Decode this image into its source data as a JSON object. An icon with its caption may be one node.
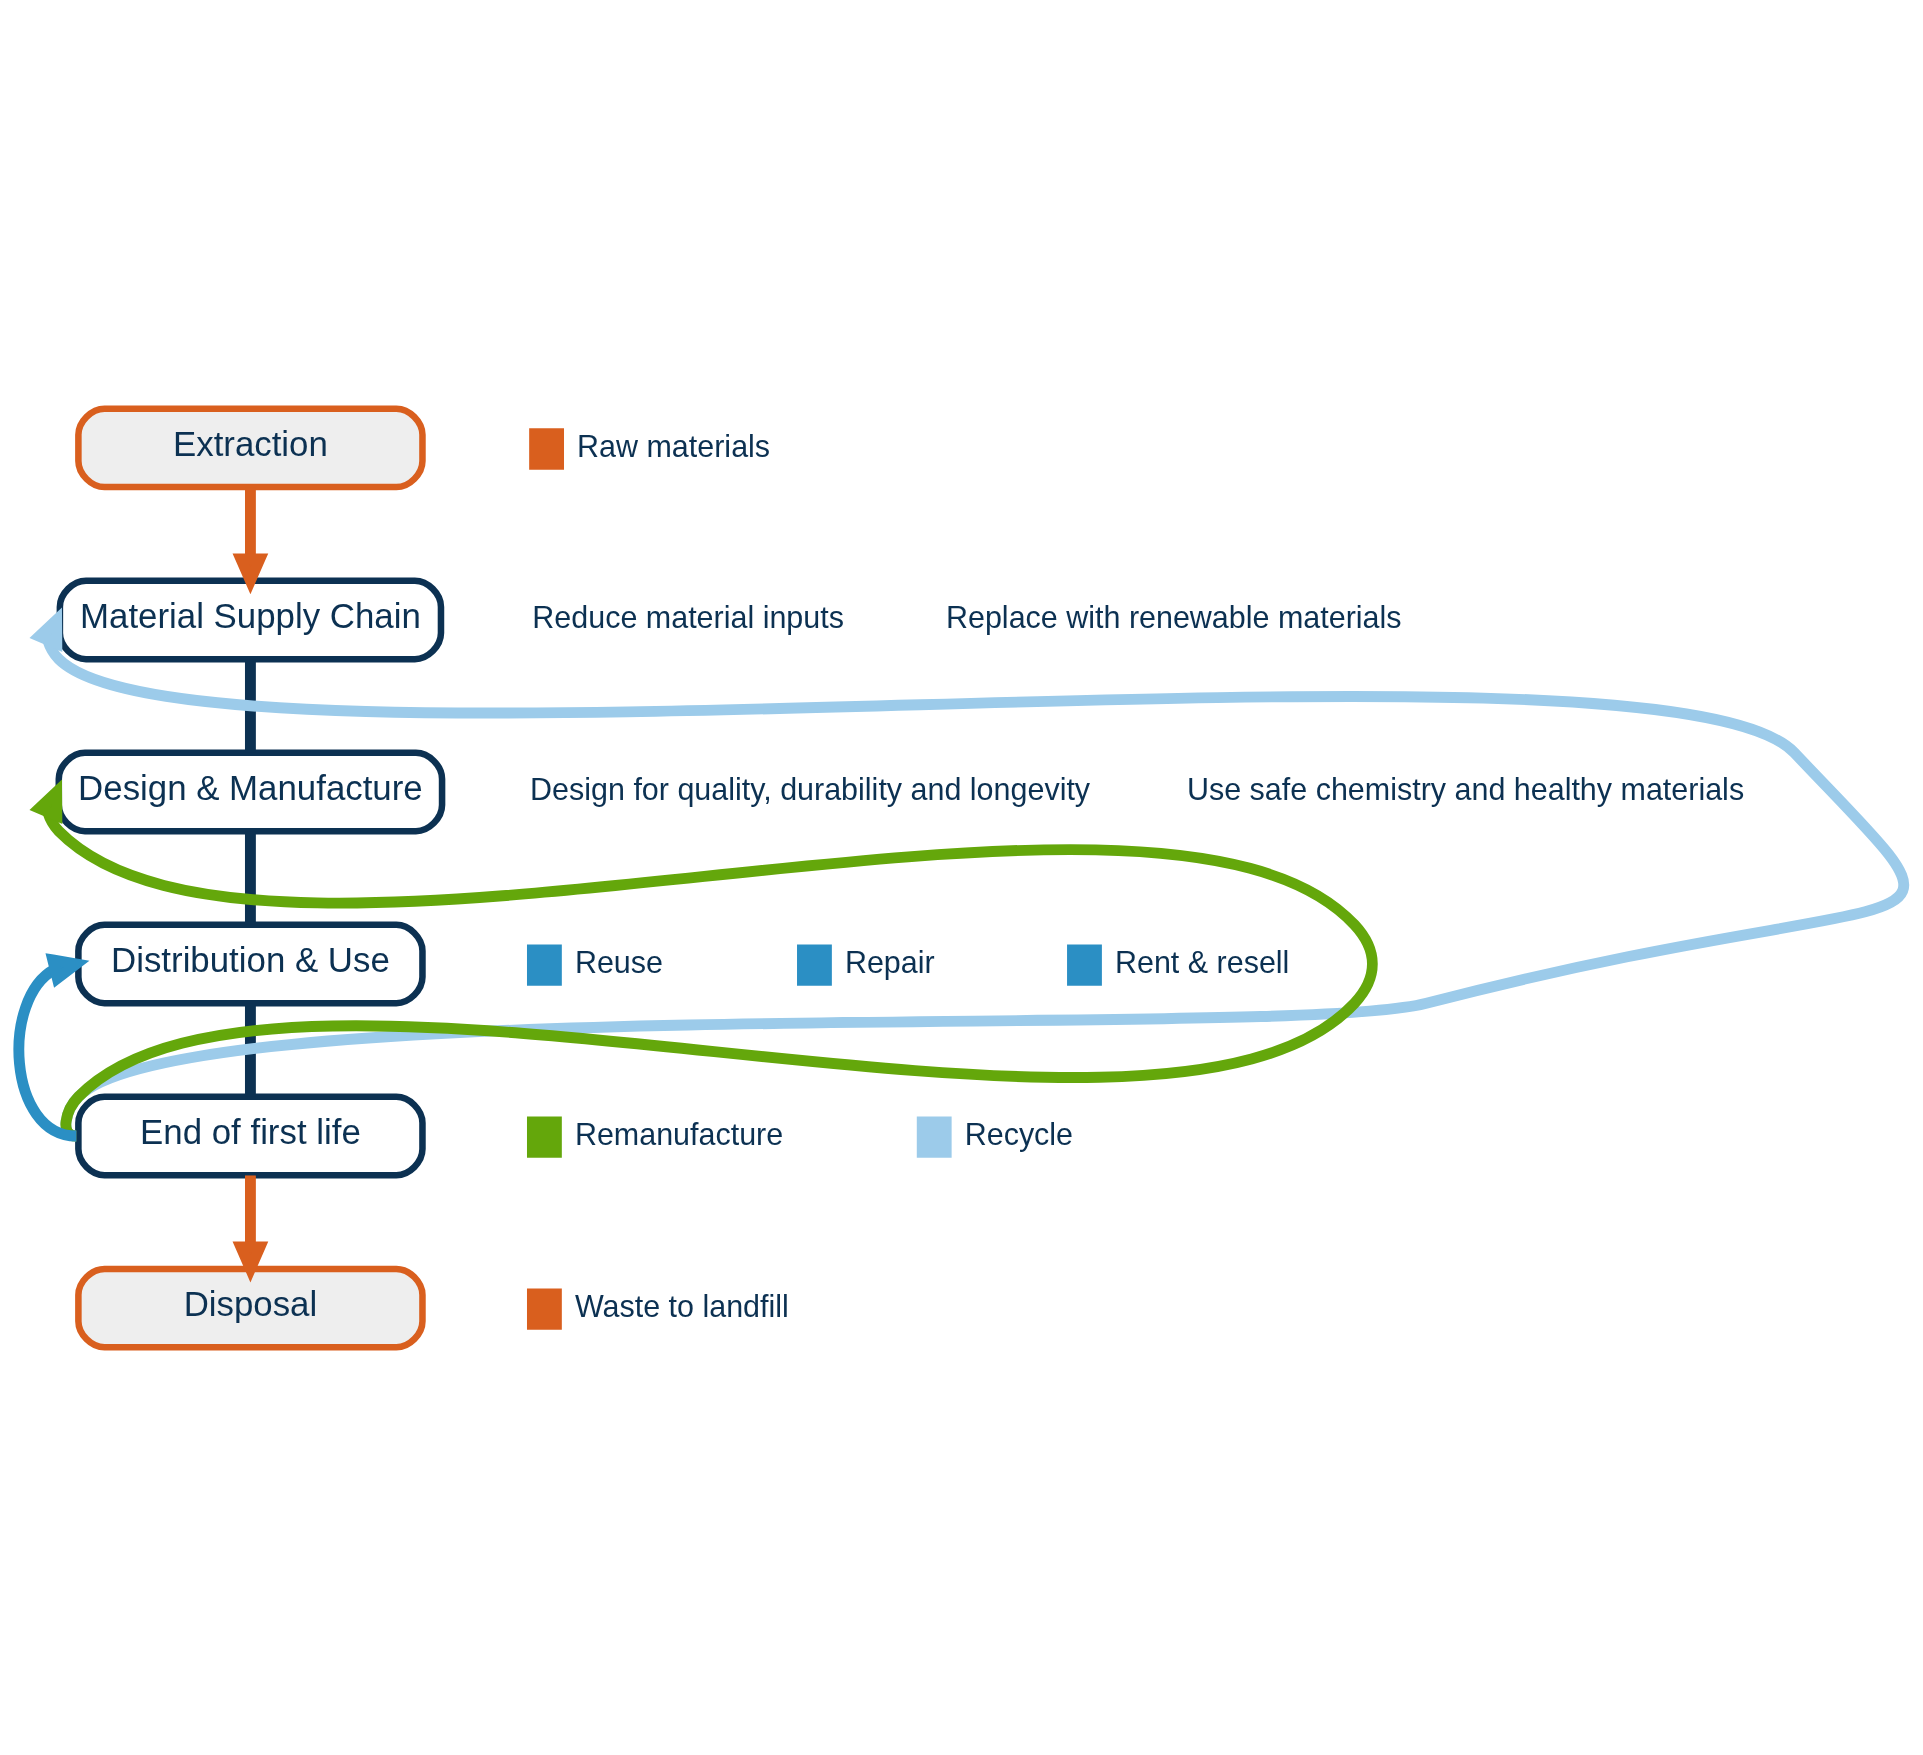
{
  "diagram": {
    "nodes": [
      {
        "text": [
          "Extraction"
        ]
      },
      {
        "text": [
          "Material Supply Chain"
        ]
      },
      {
        "text": [
          "Design & Manufacture"
        ]
      },
      {
        "text": [
          "Distribution & Use"
        ]
      },
      {
        "text": [
          "End of first life"
        ]
      },
      {
        "text": [
          "Disposal"
        ]
      }
    ],
    "edges": [
      {
        "from": 0,
        "to": 1,
        "arrow": "to",
        "color": "#d95f1e"
      },
      {
        "from": 1,
        "to": 2,
        "arrow": "none"
      },
      {
        "from": 2,
        "to": 3,
        "arrow": "none"
      },
      {
        "from": 3,
        "to": 4,
        "arrow": "none"
      },
      {
        "from": 4,
        "to": 5,
        "arrow": "to",
        "color": "#d95f1e"
      },
      {
        "from": 4,
        "to": 1,
        "arrow": "to",
        "color": "#9ccbea"
      },
      {
        "from": 4,
        "to": 2,
        "arrow": "to",
        "color": "#64a70b"
      },
      {
        "from": 4,
        "to": 3,
        "arrow": "to",
        "color": "#2b8fc4"
      }
    ],
    "labels": [
      "Reduce material inputs",
      "Replace with renewable materials",
      "Design for quality, durability and longevity",
      "Use safe chemistry and healthy materials"
    ],
    "legend": [
      {
        "text": "Raw materials",
        "color": "#d95f1e"
      },
      {
        "text": "Reuse",
        "color": "#2b8fc4"
      },
      {
        "text": "Repair",
        "color": "#2b8fc4"
      },
      {
        "text": "Rent & resell",
        "color": "#2b8fc4"
      },
      {
        "text": "Remanufacture",
        "color": "#64a70b"
      },
      {
        "text": "Recycle",
        "color": "#9ccbea"
      },
      {
        "text": "Waste to landfill",
        "color": "#d95f1e"
      }
    ]
  }
}
